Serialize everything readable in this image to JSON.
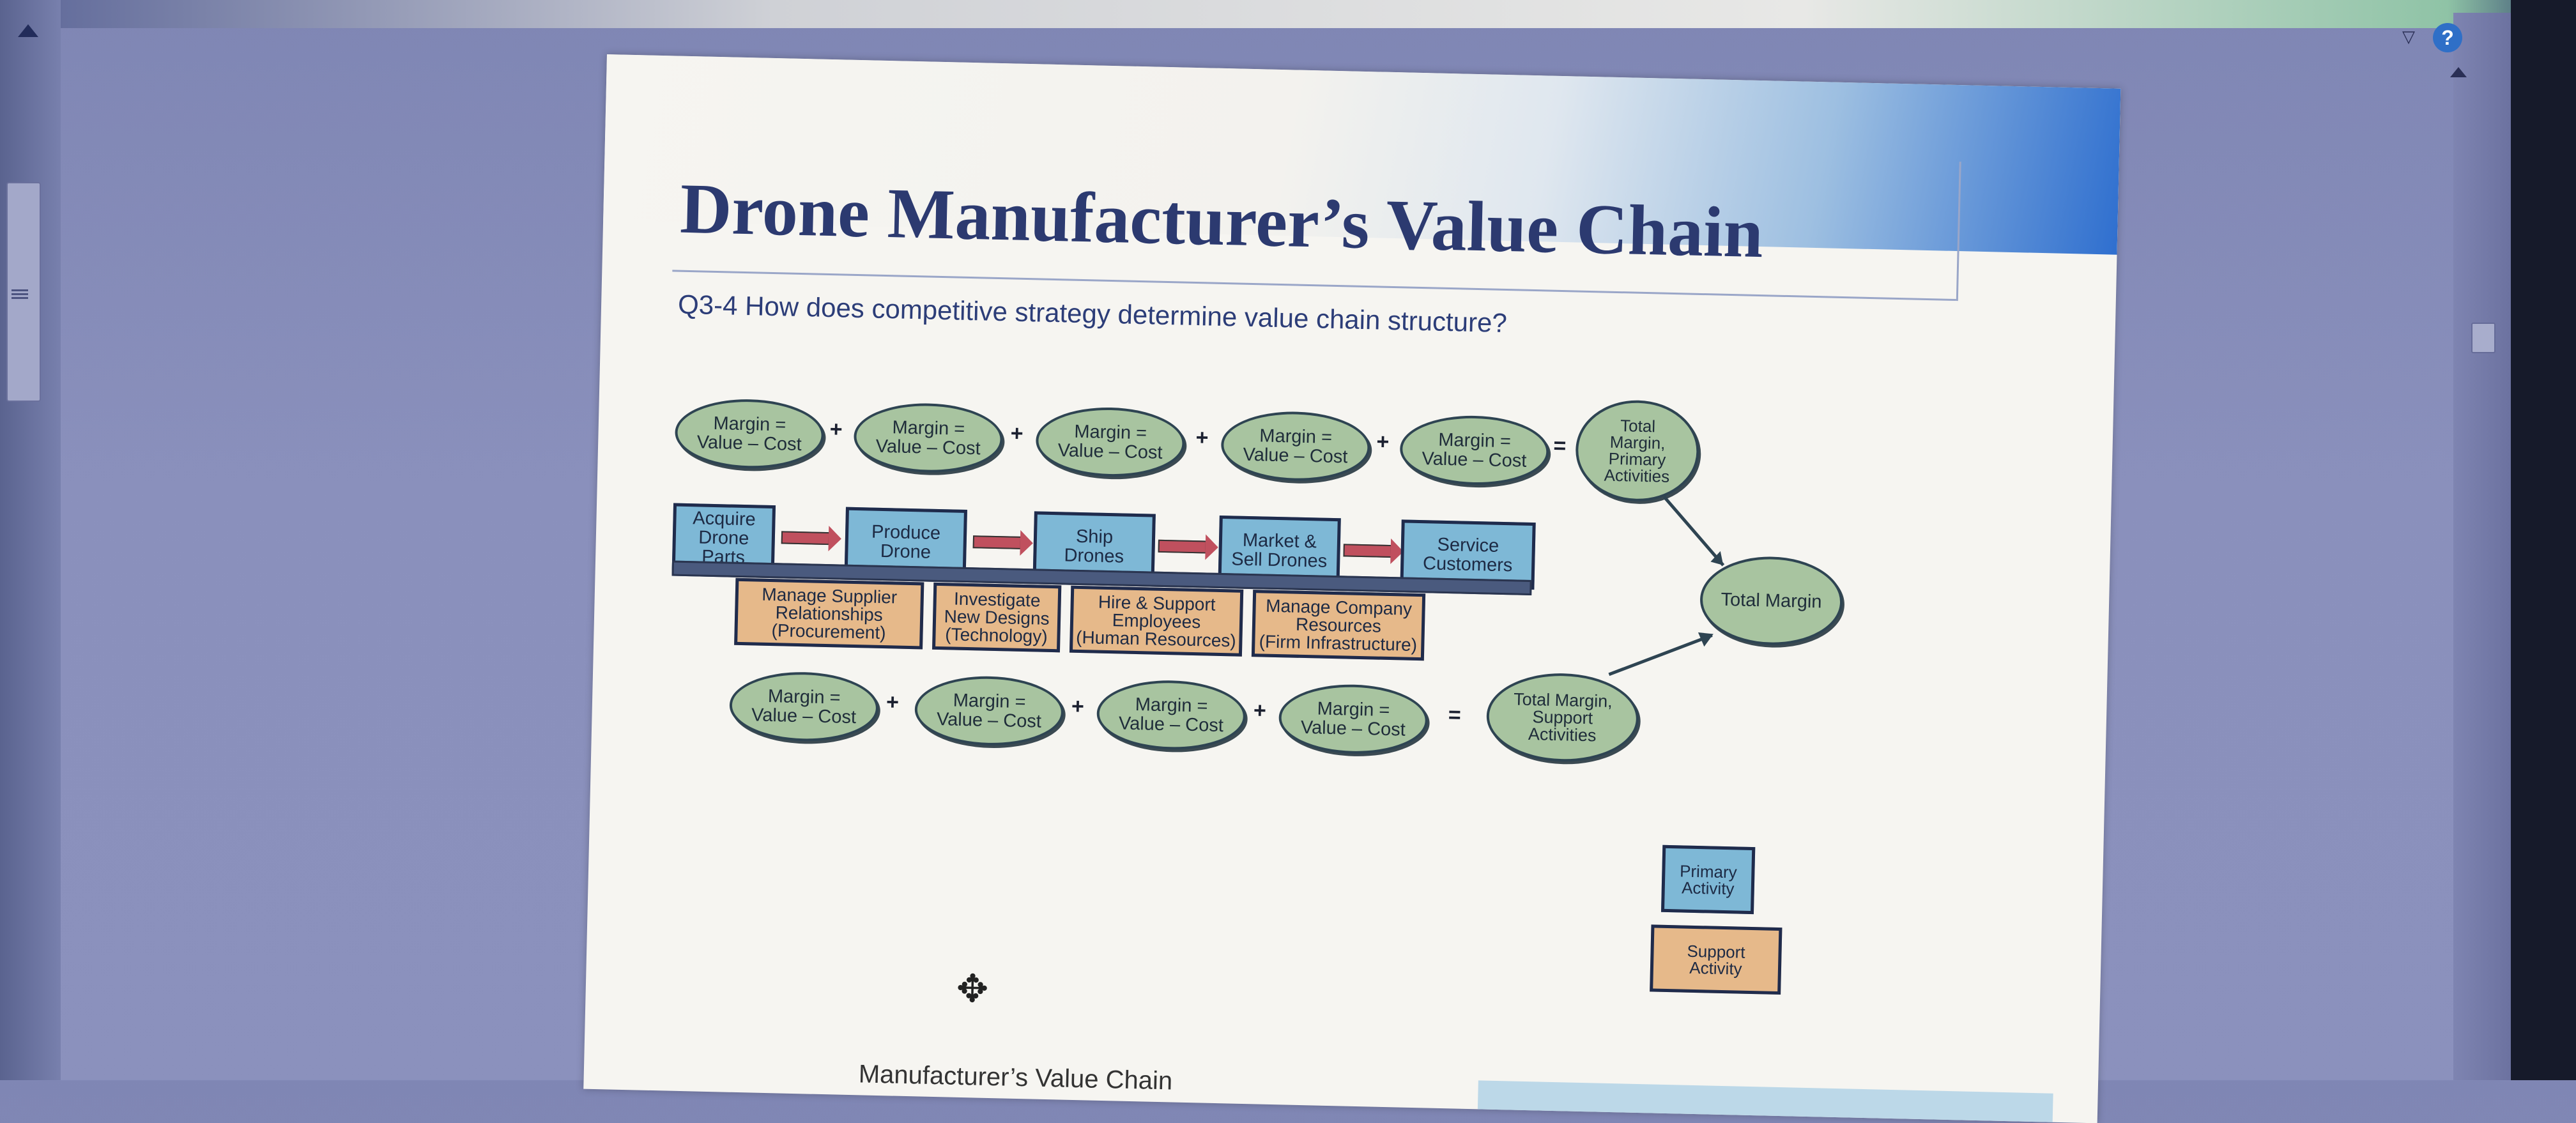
{
  "slide": {
    "title": "Drone Manufacturer’s Value Chain",
    "subtitle": "Q3-4 How does competitive strategy determine value chain structure?",
    "bottom_caption": "Manufacturer’s Value Chain"
  },
  "diagram": {
    "margin_label_line1": "Margin =",
    "margin_label_line2": "Value – Cost",
    "plus": "+",
    "equals": "=",
    "primary_activities": [
      "Acquire\nDrone\nParts",
      "Produce\nDrone",
      "Ship\nDrones",
      "Market &\nSell Drones",
      "Service\nCustomers"
    ],
    "support_activities": [
      "Manage Supplier\nRelationships\n(Procurement)",
      "Investigate\nNew Designs\n(Technology)",
      "Hire & Support\nEmployees\n(Human Resources)",
      "Manage Company\nResources\n(Firm Infrastructure)"
    ],
    "total_primary": "Total\nMargin,\nPrimary\nActivities",
    "total_support": "Total Margin,\nSupport\nActivities",
    "total_margin": "Total Margin",
    "legend_primary": "Primary\nActivity",
    "legend_support": "Support\nActivity",
    "colors": {
      "primary": "#7eb8d6",
      "support": "#e6b98a",
      "margin": "#a8c4a0"
    }
  },
  "chrome": {
    "help_icon": "?",
    "dropdown_icon": "▽"
  }
}
